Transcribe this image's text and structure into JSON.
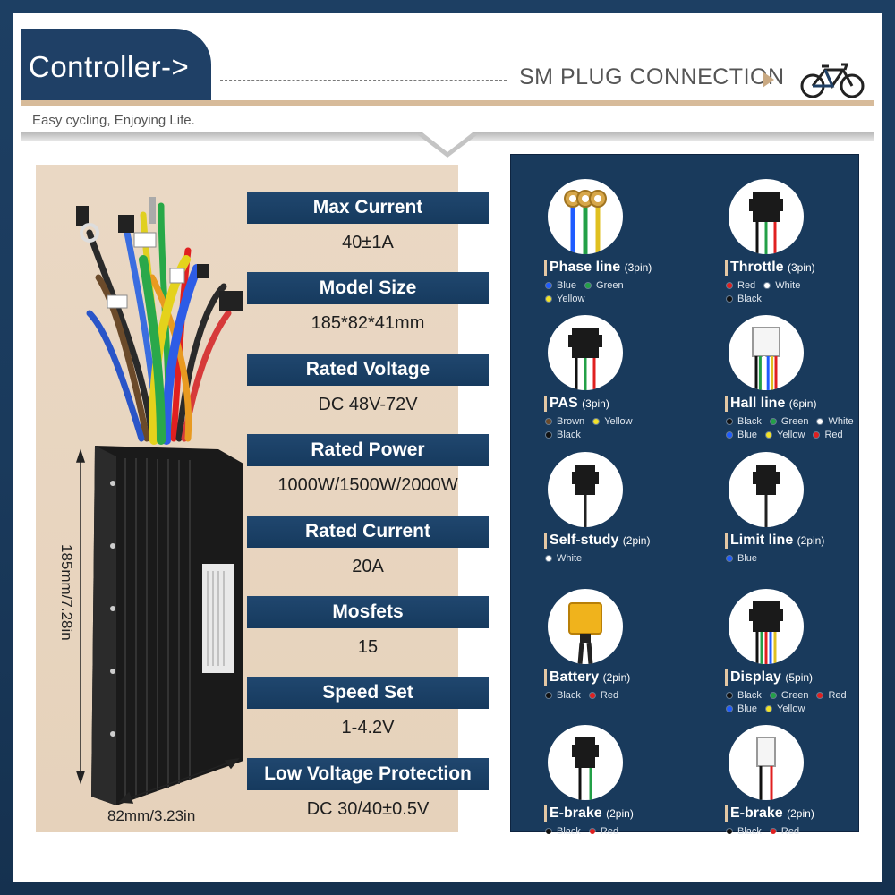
{
  "header": {
    "title": "Controller->",
    "section": "SM PLUG CONNECTION",
    "slogan": "Easy cycling, Enjoying Life."
  },
  "dimensions": {
    "height": "185mm/7.28in",
    "width": "82mm/3.23in"
  },
  "specs": [
    {
      "label": "Max Current",
      "value": "40±1A"
    },
    {
      "label": "Model Size",
      "value": "185*82*41mm"
    },
    {
      "label": "Rated Voltage",
      "value": "DC 48V-72V"
    },
    {
      "label": "Rated Power",
      "value": "1000W/1500W/2000W"
    },
    {
      "label": "Rated Current",
      "value": "20A"
    },
    {
      "label": "Mosfets",
      "value": "15"
    },
    {
      "label": "Speed Set",
      "value": "1-4.2V"
    },
    {
      "label": "Low Voltage Protection",
      "value": "DC 30/40±0.5V"
    }
  ],
  "connectors": [
    {
      "name": "Phase line",
      "pins": "(3pin)",
      "icon": "ring-terminal-icon",
      "wires": [
        [
          "Blue",
          "Green"
        ],
        [
          "Yellow"
        ]
      ]
    },
    {
      "name": "Throttle",
      "pins": "(3pin)",
      "icon": "connector-3pin-icon",
      "wires": [
        [
          "Red",
          "White"
        ],
        [
          "Black"
        ]
      ]
    },
    {
      "name": "PAS",
      "pins": "(3pin)",
      "icon": "connector-3pin-icon",
      "wires": [
        [
          "Brown",
          "Yellow"
        ],
        [
          "Black"
        ]
      ]
    },
    {
      "name": "Hall line",
      "pins": "(6pin)",
      "icon": "connector-6pin-icon",
      "wires": [
        [
          "Black",
          "Green",
          "White"
        ],
        [
          "Blue",
          "Yellow",
          "Red"
        ]
      ]
    },
    {
      "name": "Self-study",
      "pins": "(2pin)",
      "icon": "connector-1pin-icon",
      "wires": [
        [
          "White"
        ]
      ]
    },
    {
      "name": "Limit line",
      "pins": "(2pin)",
      "icon": "connector-1pin-icon",
      "wires": [
        [
          "Blue"
        ]
      ]
    },
    {
      "name": "Battery",
      "pins": "(2pin)",
      "icon": "xt60-icon",
      "wires": [
        [
          "Black",
          "Red"
        ]
      ]
    },
    {
      "name": "Display",
      "pins": "(5pin)",
      "icon": "connector-5pin-icon",
      "wires": [
        [
          "Black",
          "Green",
          "Red"
        ],
        [
          "Blue",
          "Yellow"
        ]
      ]
    },
    {
      "name": "E-brake",
      "pins": "(2pin)",
      "icon": "connector-2pin-icon",
      "wires": [
        [
          "Black",
          "Red"
        ]
      ]
    },
    {
      "name": "E-brake",
      "pins": "(2pin)",
      "icon": "connector-2pin-white-icon",
      "wires": [
        [
          "Black",
          "Red"
        ]
      ]
    }
  ],
  "wire_colors": {
    "Blue": "#1f5bff",
    "Green": "#23a047",
    "Yellow": "#f2e22a",
    "Red": "#e02020",
    "White": "#ffffff",
    "Black": "#111111",
    "Brown": "#6b4a2a"
  }
}
